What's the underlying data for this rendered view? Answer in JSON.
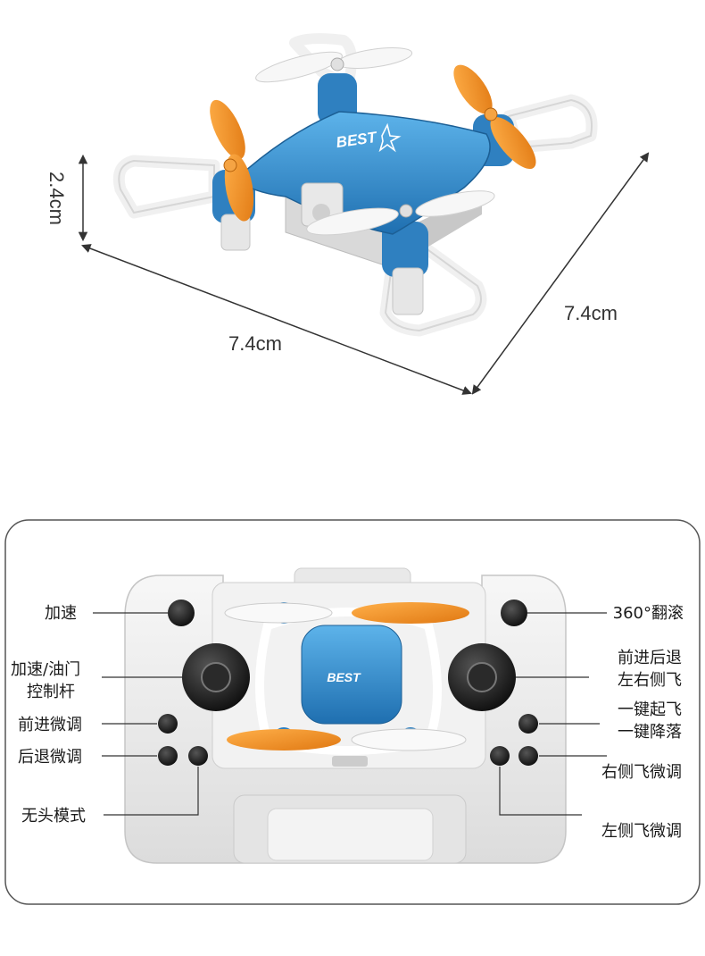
{
  "dimensions": {
    "height_label": "2.4cm",
    "width_label": "7.4cm",
    "depth_label": "7.4cm"
  },
  "brand": "BEST",
  "controller": {
    "left_labels": {
      "accelerate": "加速",
      "throttle_line1": "加速/油门",
      "throttle_line2": "控制杆",
      "forward_trim": "前进微调",
      "backward_trim": "后退微调",
      "headless_mode": "无头模式"
    },
    "right_labels": {
      "flip": "360°翻滚",
      "direction_line1": "前进后退",
      "direction_line2": "左右侧飞",
      "takeoff": "一键起飞",
      "landing": "一键降落",
      "right_trim": "右侧飞微调",
      "left_trim": "左侧飞微调"
    }
  },
  "colors": {
    "drone_blue": "#2f8fcf",
    "propeller_orange": "#f0932b",
    "guard_white": "#f4f4f4",
    "controller_body": "#eeeeee"
  }
}
